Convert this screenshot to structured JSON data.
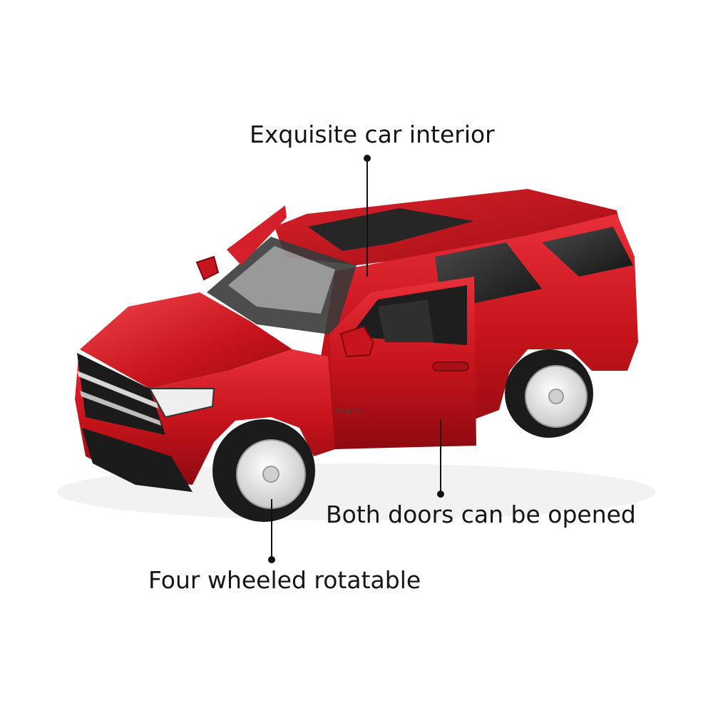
{
  "captions": {
    "interior": "Exquisite car interior",
    "doors": "Both doors can be opened",
    "wheels": "Four wheeled rotatable"
  },
  "car": {
    "badge_text": "TAHOE",
    "body_color": "#c8141c",
    "dark_color": "#1b1b1b",
    "rim_color": "#e2e2e2"
  },
  "colors": {
    "background": "#ffffff",
    "text": "#151515",
    "pointer": "#111111"
  }
}
